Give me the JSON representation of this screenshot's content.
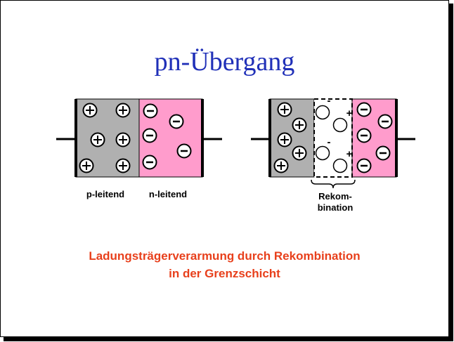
{
  "title": "pn-Übergang",
  "labels": {
    "p_side": "p-leitend",
    "n_side": "n-leitend",
    "recombination_line1": "Rekom-",
    "recombination_line2": "bination"
  },
  "caption": {
    "line1": "Ladungsträgerverarmung durch Rekombination",
    "line2": "in der Grenzschicht"
  },
  "symbols": {
    "positive": "+",
    "negative": "-"
  },
  "colors": {
    "title": "#2030b8",
    "caption": "#e8401c",
    "p_region": "#b0b0b0",
    "n_region": "#ff9ccc",
    "depletion_region": "#ffffff"
  }
}
